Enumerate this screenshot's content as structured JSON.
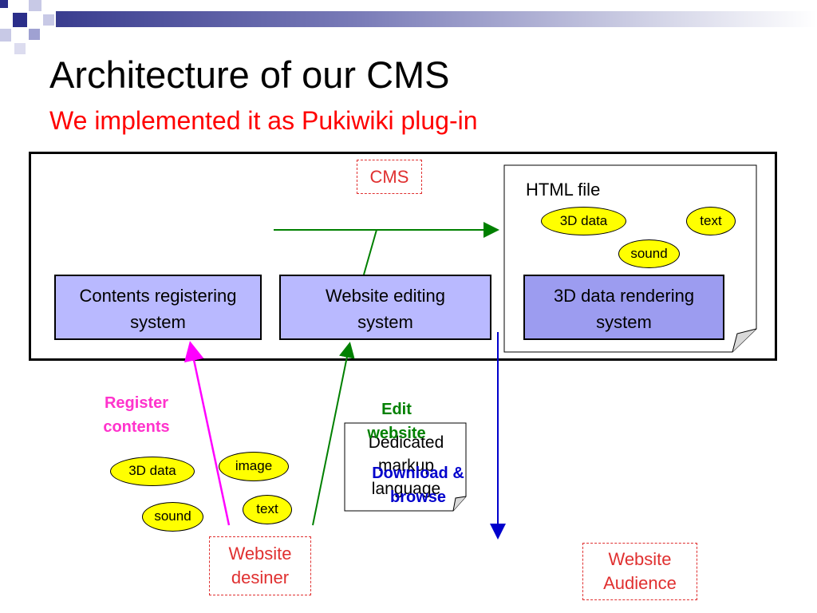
{
  "slide": {
    "title": "Architecture of our CMS",
    "subtitle": "We implemented it as Pukiwiki plug-in"
  },
  "diagram": {
    "cms_label": "CMS",
    "html_file": {
      "label": "HTML file",
      "items": [
        "3D data",
        "text",
        "sound"
      ]
    },
    "systems": {
      "contents_registering": "Contents registering system",
      "website_editing": "Website editing system",
      "rendering": "3D data rendering system"
    },
    "arrows": {
      "register_contents": "Register contents",
      "edit_website": "Edit website",
      "download_browse": "Download & browse"
    },
    "markup_note": "Dedicated markup language",
    "designer_contents": [
      "3D data",
      "image",
      "sound",
      "text"
    ],
    "actors": {
      "designer": "Website desiner",
      "audience": "Website Audience"
    }
  },
  "colors": {
    "title": "#000000",
    "subtitle": "#ff0000",
    "register_arrow": "#ff00ff",
    "edit_arrow": "#008000",
    "browse_arrow": "#0000cc",
    "box_fill": "#b9b9ff",
    "oval_fill": "#ffff00"
  }
}
